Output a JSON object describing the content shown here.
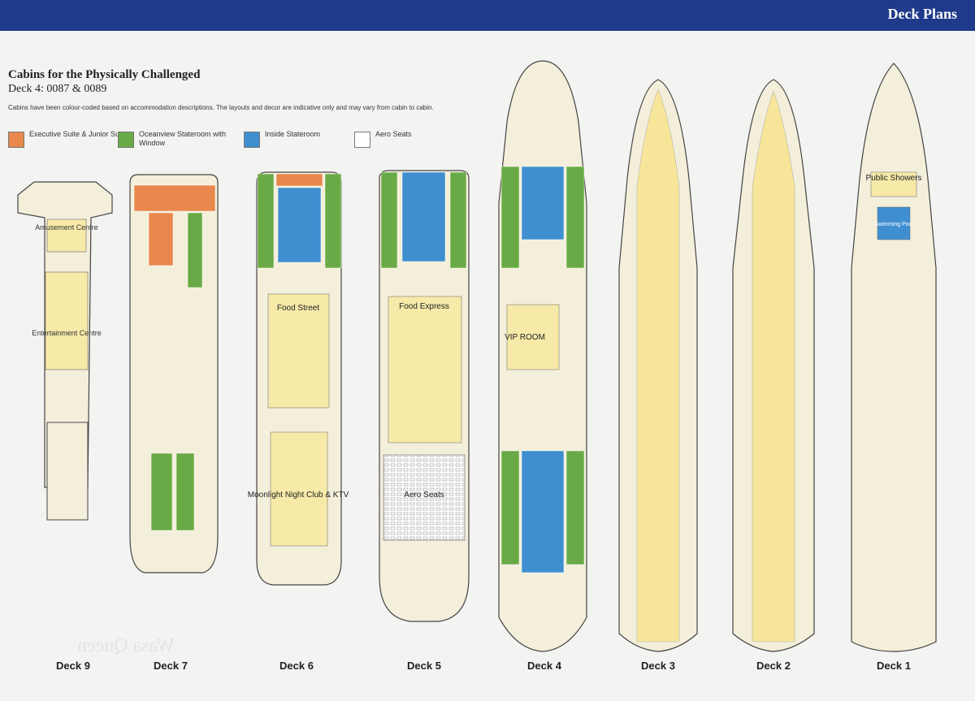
{
  "header": {
    "title": "Deck Plans"
  },
  "intro": {
    "title": "Cabins for the Physically Challenged",
    "subtitle": "Deck 4: 0087 & 0089",
    "note": "Cabins have been colour-coded based on accommodation descriptions. The layouts and decor are indicative only and may vary from cabin to cabin."
  },
  "legend": [
    {
      "label": "Executive Suite & Junior Suite",
      "color": "#e8884c"
    },
    {
      "label": "Oceanview Stateroom with Window",
      "color": "#6aaa46"
    },
    {
      "label": "Inside Stateroom",
      "color": "#3f8fd0"
    },
    {
      "label": "Aero Seats",
      "color": "#ffffff"
    }
  ],
  "colors": {
    "deck_fill": "#f3efdb",
    "public_area": "#f7e9a8",
    "corridor": "#f7e69a",
    "outline": "#444444"
  },
  "areas": {
    "deck9": {
      "amusement": "Amusement Centre",
      "entertainment": "Entertainment Centre"
    },
    "deck6": {
      "food": "Food Street",
      "nightclub": "Moonlight Night Club & KTV"
    },
    "deck5": {
      "food": "Food Express",
      "seats": "Aero Seats"
    },
    "deck4": {
      "vip": "VIP ROOM"
    },
    "deck1": {
      "showers": "Public Showers",
      "pool": "Swimming Pool"
    }
  },
  "decks": [
    {
      "label": "Deck 9"
    },
    {
      "label": "Deck 7"
    },
    {
      "label": "Deck 6"
    },
    {
      "label": "Deck 5"
    },
    {
      "label": "Deck 4"
    },
    {
      "label": "Deck 3"
    },
    {
      "label": "Deck 2"
    },
    {
      "label": "Deck 1"
    }
  ],
  "watermark": "Wasa Queen"
}
